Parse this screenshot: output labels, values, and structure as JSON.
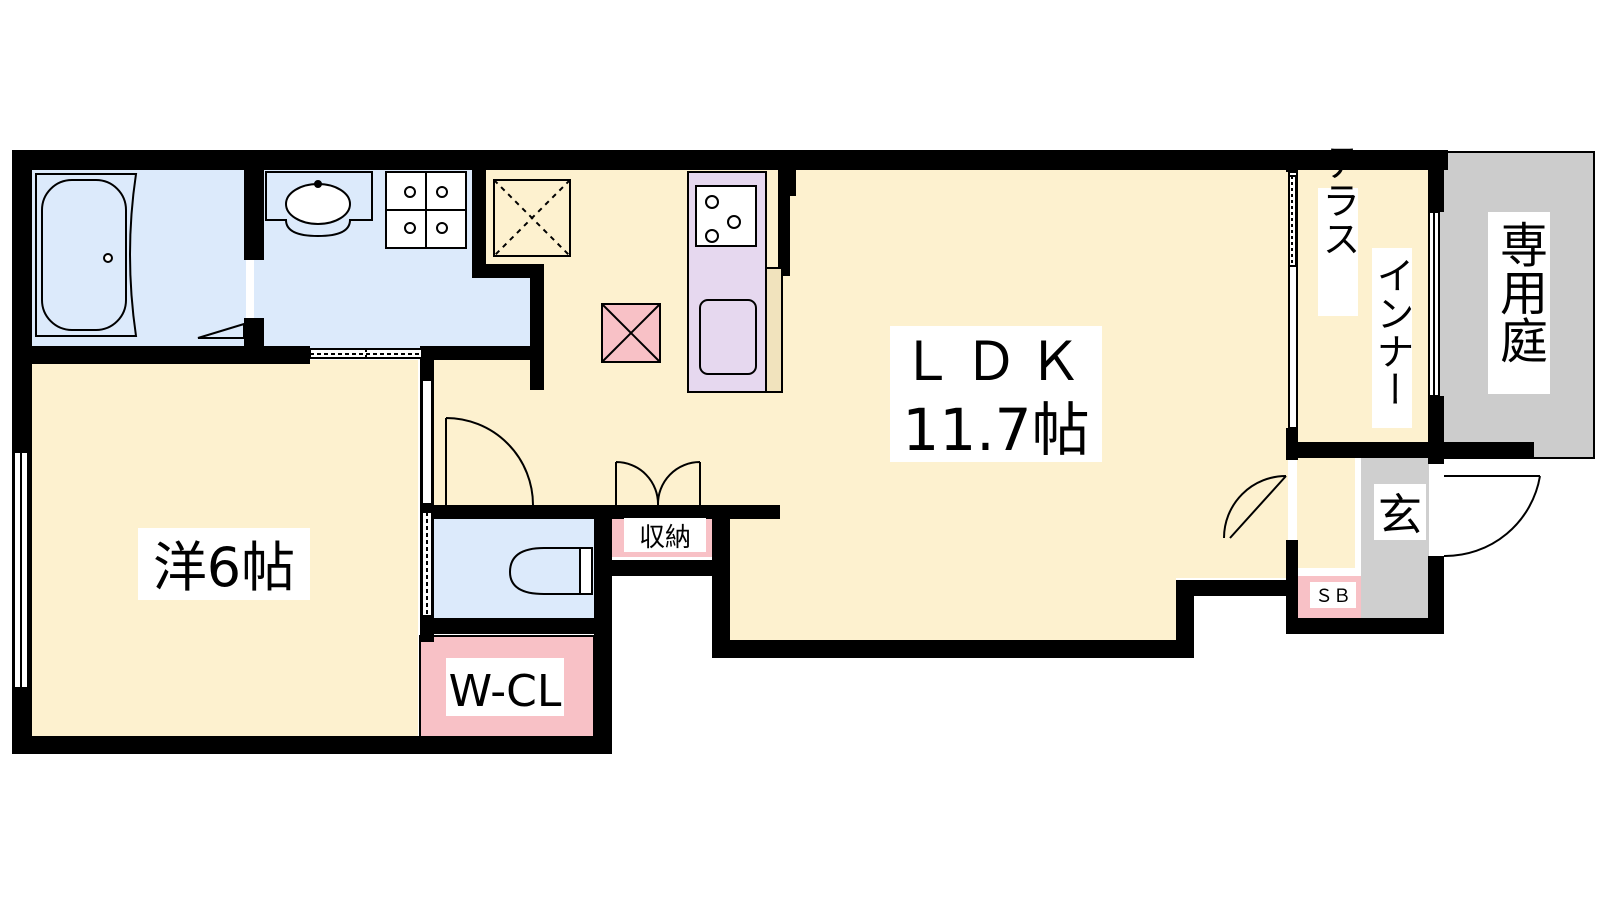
{
  "rooms": {
    "ldk": {
      "name": "ＬＤＫ",
      "size": "11.7帖"
    },
    "western": {
      "label": "洋6帖"
    },
    "wcl": {
      "label": "W-CL"
    },
    "storage": {
      "label": "収納"
    },
    "terrace": {
      "label": "テラス",
      "label2": "インナー"
    },
    "garden": {
      "label": "専用庭"
    },
    "entrance": {
      "label": "玄"
    },
    "shoebox": {
      "label": "ＳＢ"
    }
  },
  "colors": {
    "floor": "#fdf1cf",
    "wet": "#dceafb",
    "closet": "#f8c1c6",
    "kitchen": "#e6d8ef",
    "garden": "#cccccc",
    "entrance": "#cfcfcf",
    "wall": "#000000"
  }
}
